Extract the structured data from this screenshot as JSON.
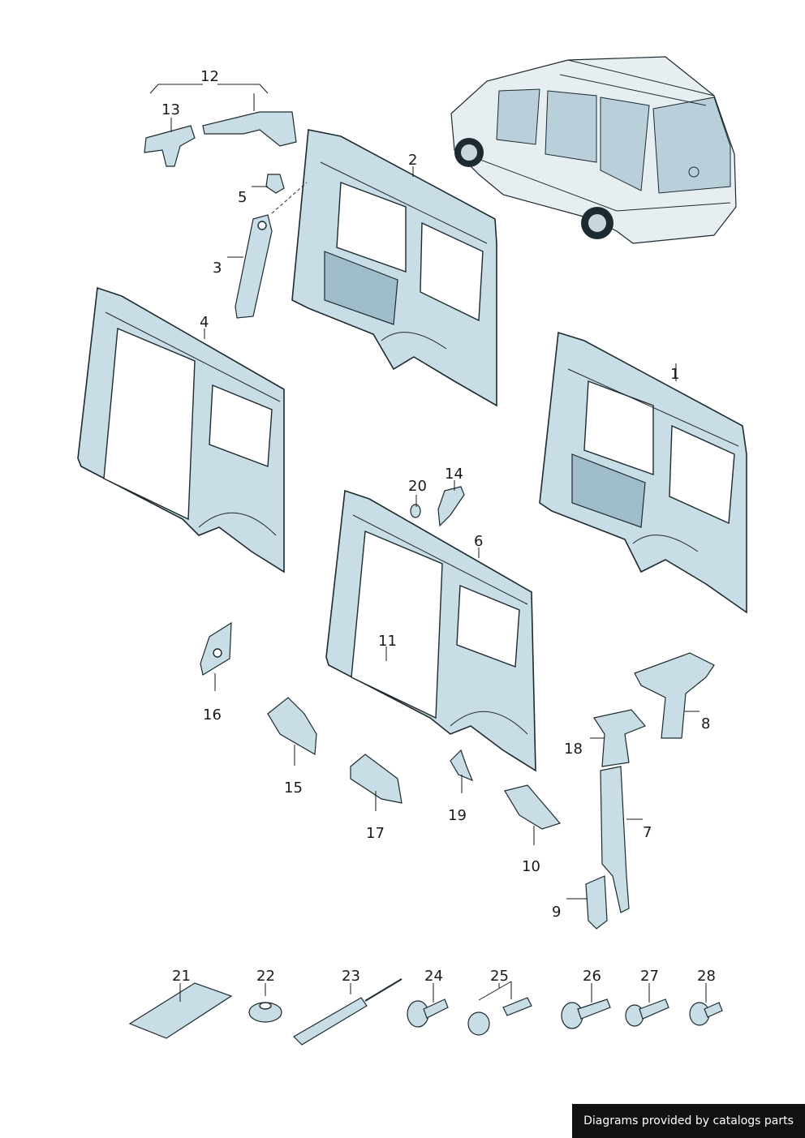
{
  "callouts": [
    "1",
    "2",
    "3",
    "4",
    "5",
    "6",
    "7",
    "8",
    "9",
    "10",
    "11",
    "12",
    "13",
    "14",
    "15",
    "16",
    "17",
    "18",
    "19",
    "20",
    "21",
    "22",
    "23",
    "24",
    "25",
    "26",
    "27",
    "28"
  ],
  "footer_text": "Diagrams provided by catalogs parts"
}
